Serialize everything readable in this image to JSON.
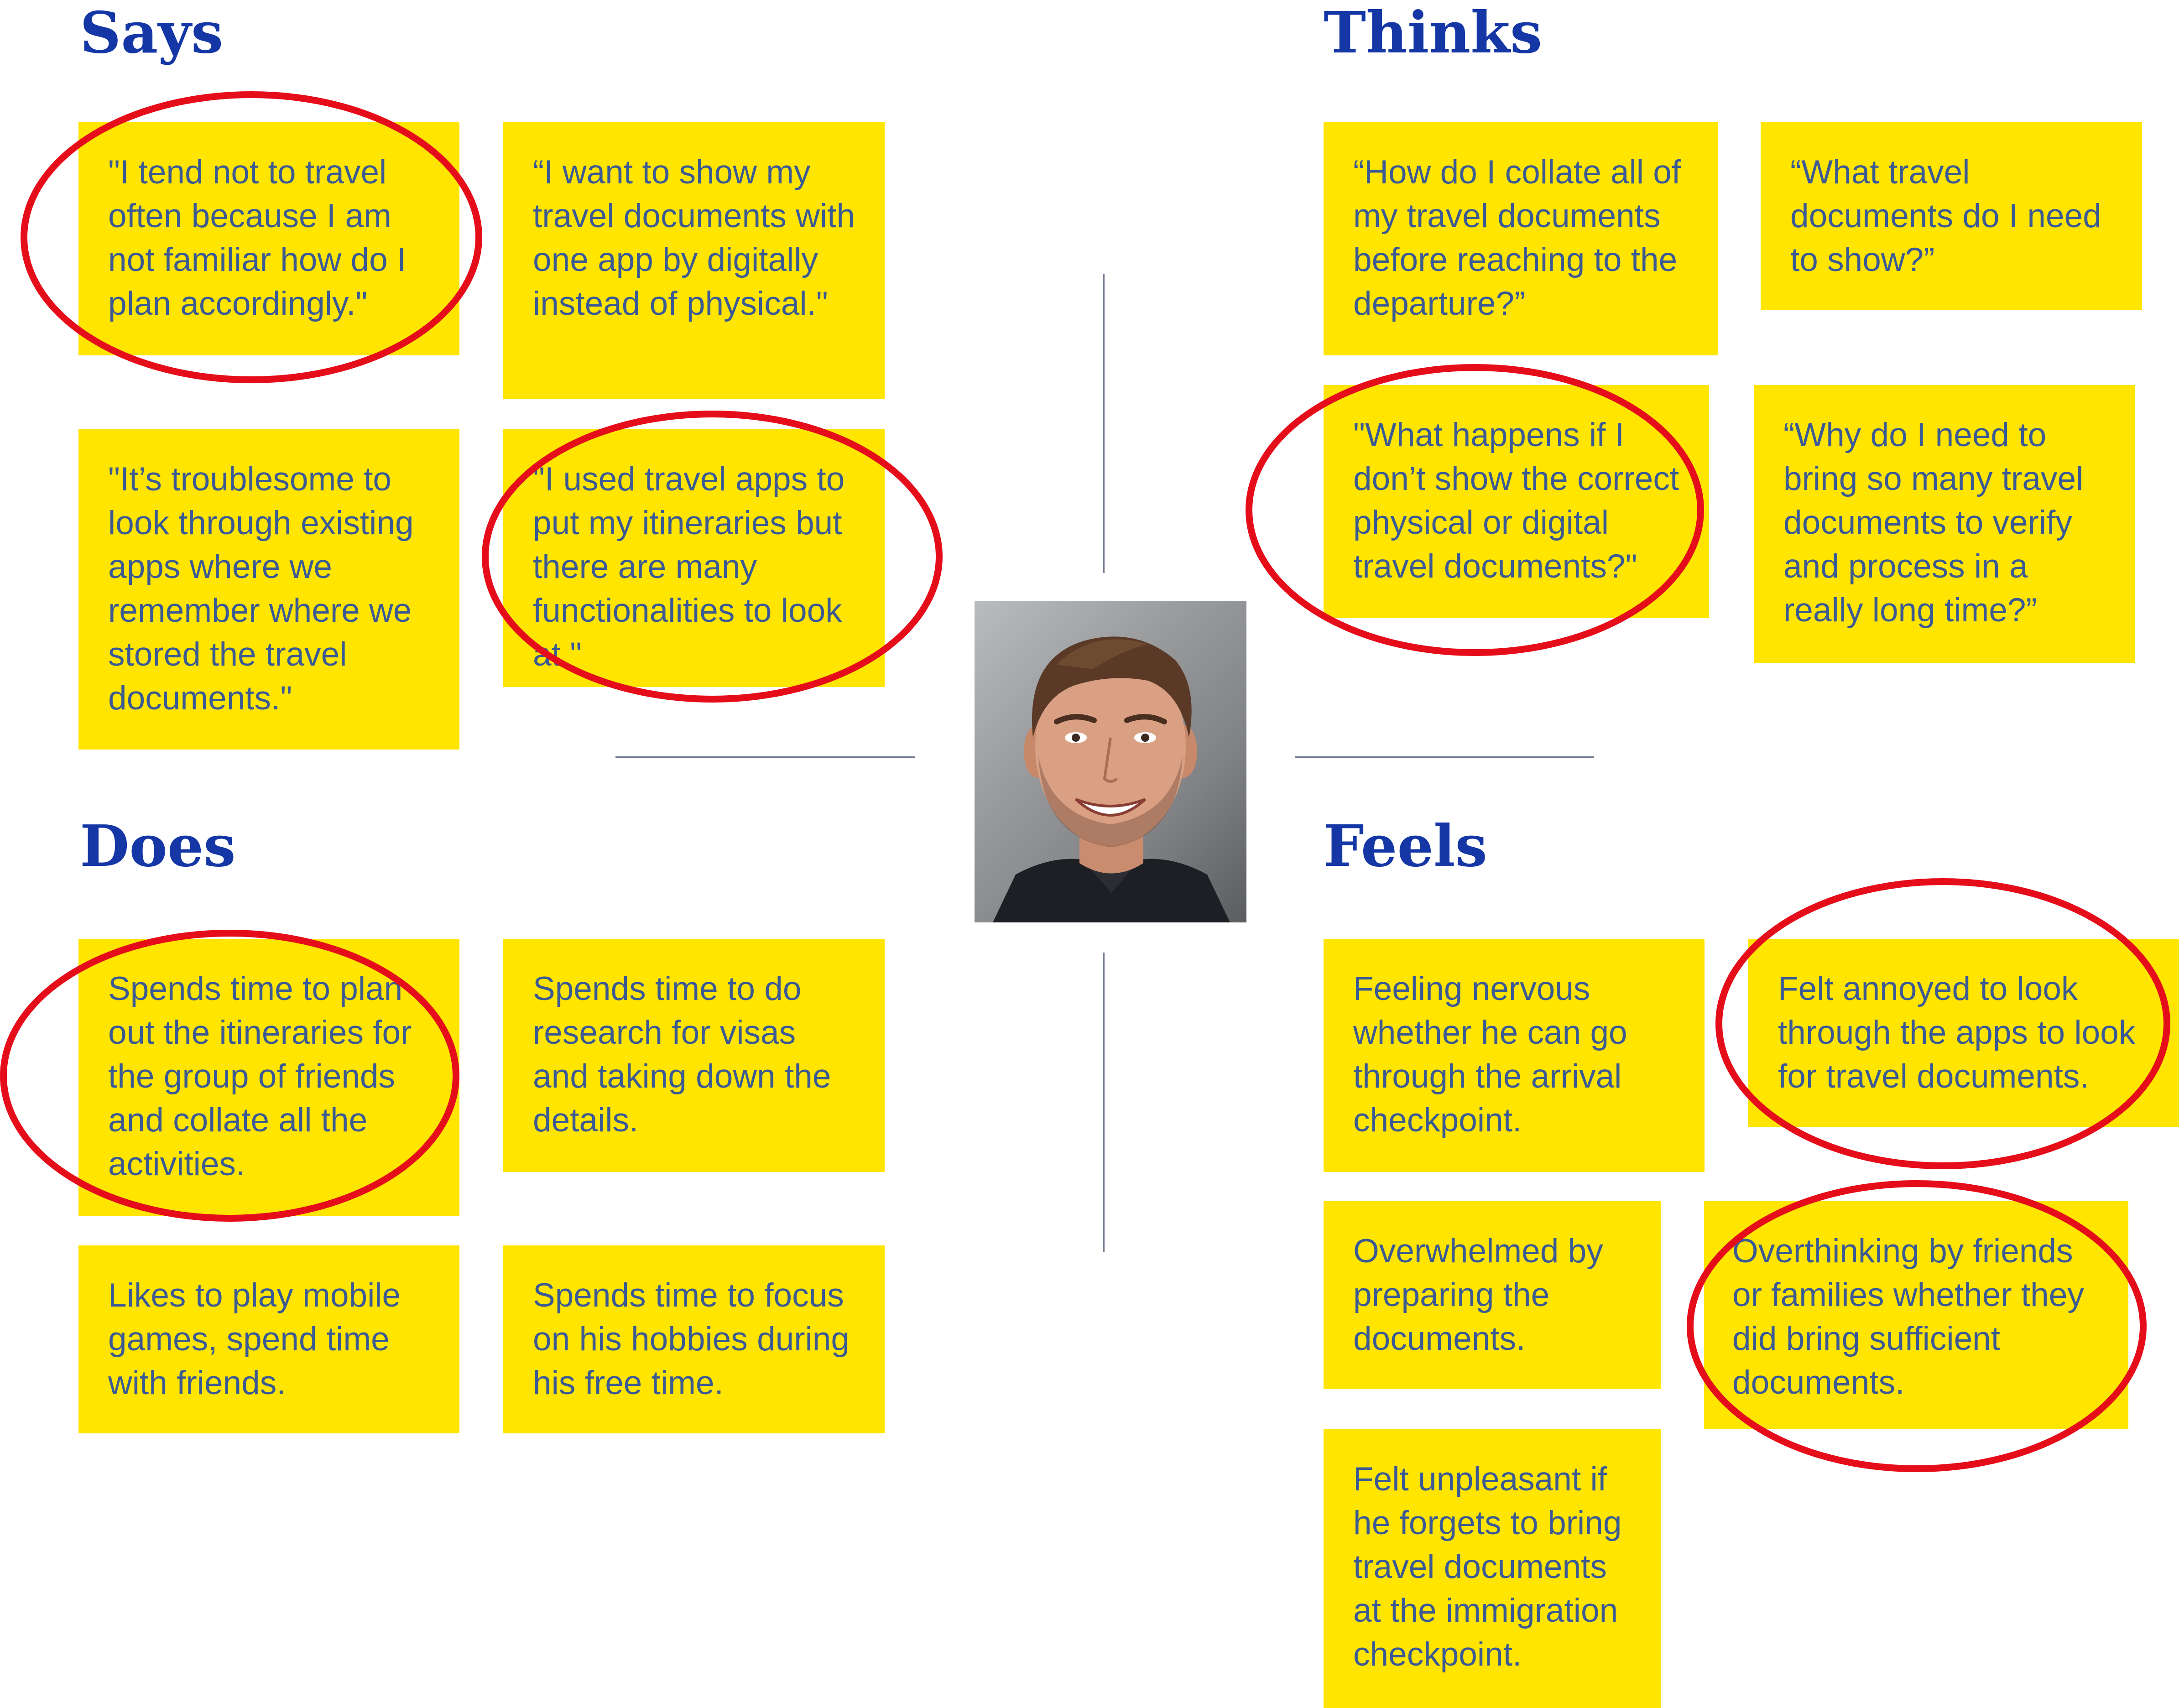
{
  "quadrants": {
    "says": {
      "title": "Says",
      "notes": [
        "\"I tend not to travel often because I am not familiar how do I plan accordingly.\"",
        "“I want to show my travel documents with one app by digitally instead of physical.\"",
        "\"It’s troublesome to look through existing apps where we remember where we stored the travel documents.\"",
        "\"I used travel apps to put my itineraries but there are many functionalities to look at.\""
      ]
    },
    "thinks": {
      "title": "Thinks",
      "notes": [
        "“How do I collate all of my travel documents before reaching to the departure?”",
        "“What travel documents do I need to show?”",
        "\"What happens if I don’t show the correct physical or digital travel documents?\"",
        "“Why do I need to bring so many travel documents to verify and process in a really long time?”"
      ]
    },
    "does": {
      "title": "Does",
      "notes": [
        "Spends time to plan out the itineraries for the group of friends and collate all the activities.",
        "Spends time to do research for visas and taking down the details.",
        "Likes to play mobile games, spend time with friends.",
        "Spends time to focus on his hobbies during his free time."
      ]
    },
    "feels": {
      "title": "Feels",
      "notes": [
        "Feeling nervous whether he can go through the arrival checkpoint.",
        "Felt annoyed to look through the apps to look for travel documents.",
        "Overwhelmed by preparing the documents.",
        "Overthinking by friends or families whether they did bring sufficient documents.",
        "Felt unpleasant if he forgets to bring travel documents at the immigration checkpoint."
      ]
    }
  },
  "colors": {
    "note_bg": "#ffe500",
    "note_text": "#3b5a93",
    "heading": "#1537a6",
    "highlight_ring": "#e60d1a",
    "divider": "#6f7a8e"
  },
  "icons": {
    "center": "user-portrait",
    "highlight": "red-ellipse"
  }
}
